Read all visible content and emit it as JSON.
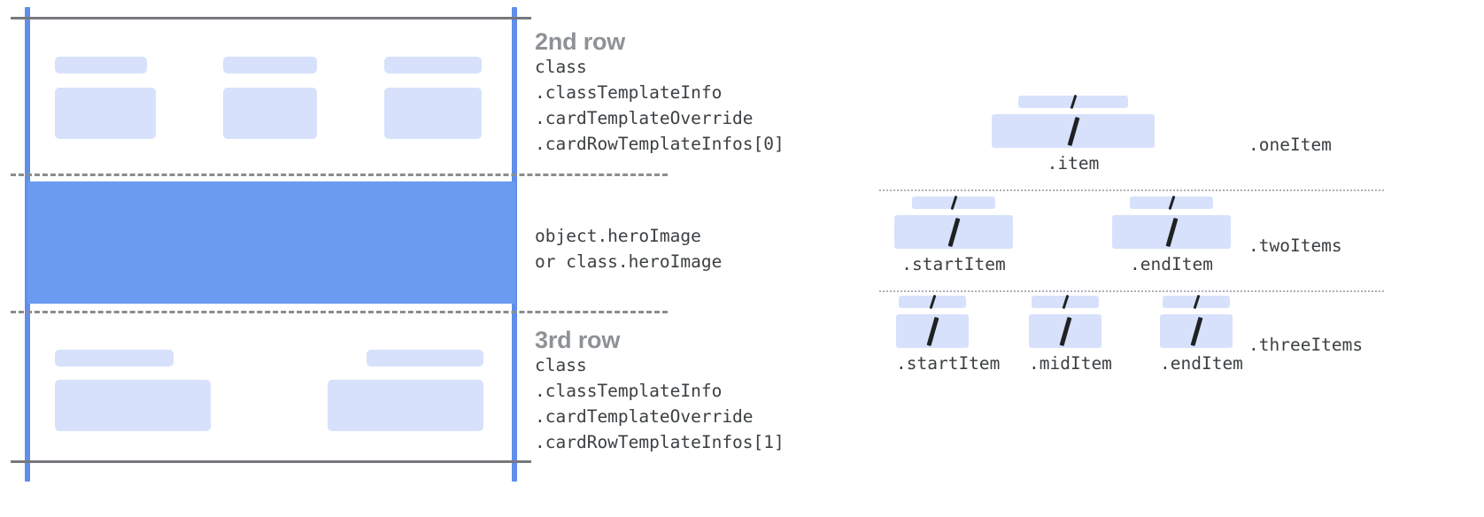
{
  "left_diagram": {
    "rows": [
      {
        "id": "second-row",
        "title": "2nd row",
        "code": "class\n.classTemplateInfo\n.cardTemplateOverride\n.cardRowTemplateInfos[0]",
        "cells": 3
      },
      {
        "id": "hero-row",
        "title": "",
        "code": "object.heroImage\nor class.heroImage",
        "cells": 0
      },
      {
        "id": "third-row",
        "title": "3rd row",
        "code": "class\n.classTemplateInfo\n.cardTemplateOverride\n.cardRowTemplateInfos[1]",
        "cells": 2
      }
    ]
  },
  "right_diagram": {
    "groups": [
      {
        "id": "one-item",
        "label": ".oneItem",
        "items": [
          {
            "caption": ".item"
          }
        ]
      },
      {
        "id": "two-items",
        "label": ".twoItems",
        "items": [
          {
            "caption": ".startItem"
          },
          {
            "caption": ".endItem"
          }
        ]
      },
      {
        "id": "three-items",
        "label": ".threeItems",
        "items": [
          {
            "caption": ".startItem"
          },
          {
            "caption": ".midItem"
          },
          {
            "caption": ".endItem"
          }
        ]
      }
    ]
  },
  "colors": {
    "hero_band": "#6a9bf0",
    "placeholder": "#d7e1fb",
    "rail": "#5f8eea",
    "solid_line": "#77787c",
    "dashed_line": "#8a8c90",
    "dotted_line": "#adb0b4",
    "title_text": "#8e9297",
    "code_text": "#3c4043",
    "slash_glyph": "#202124"
  },
  "icons": {
    "slash": "slash-glyph"
  }
}
